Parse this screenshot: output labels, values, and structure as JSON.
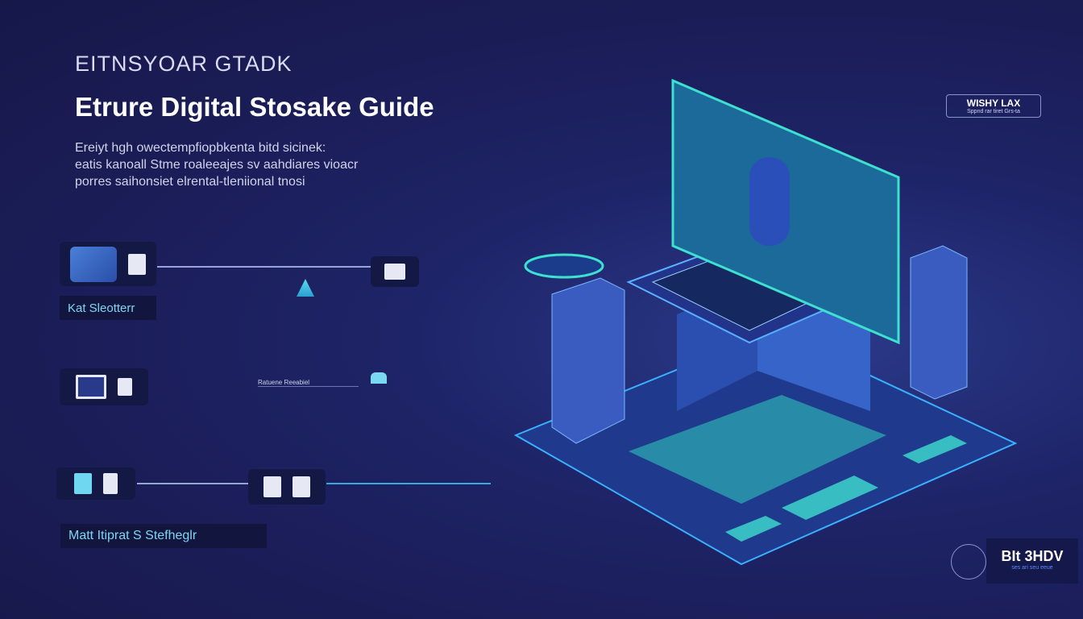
{
  "header": {
    "kicker": "EITNSYOAR GTADK",
    "title": "Etrure Digital Stosake Guide",
    "description": [
      "Ereiyt hgh owectempfiopbkenta bitd sicinek:",
      "eatis kanoall Stme roaleeajes sv aahdiares vioacr",
      "porres saihonsiet elrental-tleniional tnosi"
    ]
  },
  "nodes": {
    "label_1": "Kat Sleotterr",
    "label_2": "Matt Itiprat S Stefheglr",
    "connector_caption": "Ratuene Reeabiel"
  },
  "badges": {
    "top_right_title": "WISHY LAX",
    "top_right_sub": "Sppnd rar tiret Grs-ta",
    "bottom_right_title": "BIt 3HDV",
    "bottom_right_sub": "ses ari seu eeue"
  },
  "colors": {
    "accent": "#3ee0d0",
    "background": "#1a1c55",
    "line": "#9aa3d6"
  }
}
